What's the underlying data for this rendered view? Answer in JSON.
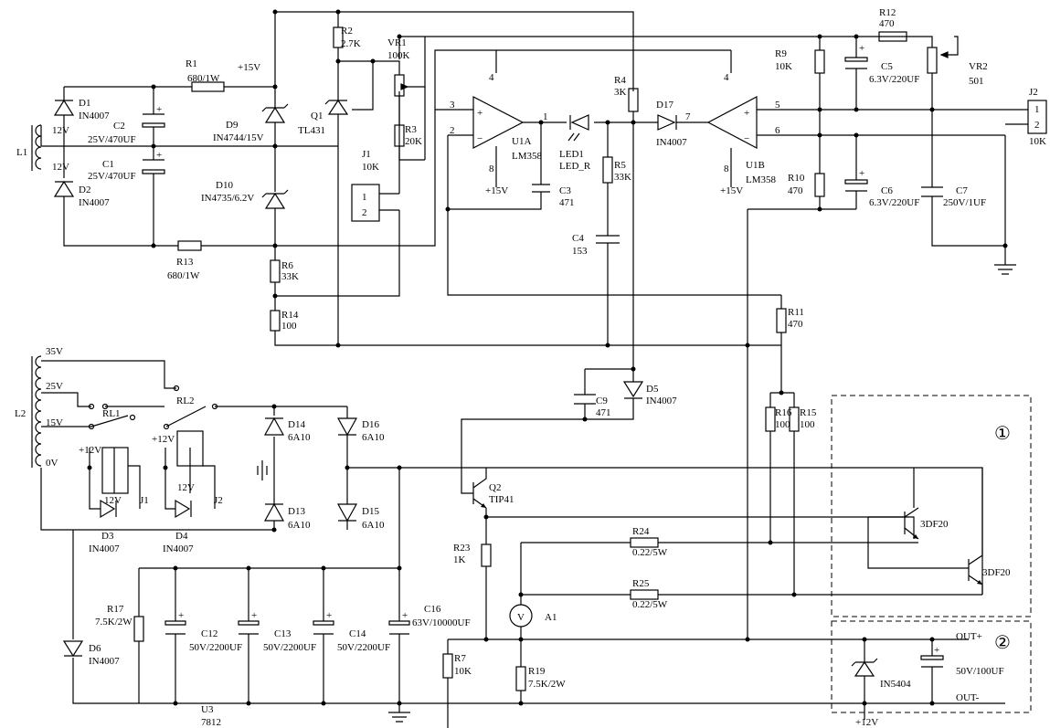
{
  "components": {
    "r1": [
      "R1",
      "680/1W"
    ],
    "r2": [
      "R2",
      "2.7K"
    ],
    "r3": [
      "R3",
      "20K"
    ],
    "r4": [
      "R4",
      "3K"
    ],
    "r5": [
      "R5",
      "33K"
    ],
    "r6": [
      "R6",
      "33K"
    ],
    "r7": [
      "R7",
      "10K"
    ],
    "r9": [
      "R9",
      "10K"
    ],
    "r10": [
      "R10",
      "470"
    ],
    "r11": [
      "R11",
      "470"
    ],
    "r12": [
      "R12",
      "470"
    ],
    "r13": [
      "R13",
      "680/1W"
    ],
    "r14": [
      "R14",
      "100"
    ],
    "r15": [
      "R15",
      "100"
    ],
    "r16": [
      "R16",
      "100"
    ],
    "r17": [
      "R17",
      "7.5K/2W"
    ],
    "r19": [
      "R19",
      "7.5K/2W"
    ],
    "r23": [
      "R23",
      "1K"
    ],
    "r24": [
      "R24",
      "0.22/5W"
    ],
    "r25": [
      "R25",
      "0.22/5W"
    ],
    "vr1": [
      "VR1",
      "100K"
    ],
    "vr2": [
      "VR2",
      "501"
    ],
    "c1": [
      "C1",
      "25V/470UF"
    ],
    "c2": [
      "C2",
      "25V/470UF"
    ],
    "c3": [
      "C3",
      "471"
    ],
    "c4": [
      "C4",
      "153"
    ],
    "c5": [
      "C5",
      "6.3V/220UF"
    ],
    "c6": [
      "C6",
      "6.3V/220UF"
    ],
    "c7": [
      "C7",
      "250V/1UF"
    ],
    "c9": [
      "C9",
      "471"
    ],
    "c12": [
      "C12",
      "50V/2200UF"
    ],
    "c13": [
      "C13",
      "50V/2200UF"
    ],
    "c14": [
      "C14",
      "50V/2200UF"
    ],
    "c16": [
      "C16",
      "63V/10000UF"
    ],
    "d1": [
      "D1",
      "IN4007"
    ],
    "d2": [
      "D2",
      "IN4007"
    ],
    "d3": [
      "D3",
      "IN4007"
    ],
    "d4": [
      "D4",
      "IN4007"
    ],
    "d5": [
      "D5",
      "IN4007"
    ],
    "d6": [
      "D6",
      "IN4007"
    ],
    "d9": [
      "D9",
      "IN4744/15V"
    ],
    "d10": [
      "D10",
      "IN4735/6.2V"
    ],
    "d13": [
      "D13",
      "6A10"
    ],
    "d14": [
      "D14",
      "6A10"
    ],
    "d15": [
      "D15",
      "6A10"
    ],
    "d16": [
      "D16",
      "6A10"
    ],
    "d17": [
      "D17",
      "IN4007"
    ],
    "led1": [
      "LED1",
      "LED_R"
    ],
    "q1": [
      "Q1",
      "TL431"
    ],
    "q2": [
      "Q2",
      "TIP41"
    ],
    "u1a": [
      "U1A",
      "LM358"
    ],
    "u1b": [
      "U1B",
      "LM358"
    ],
    "u3": [
      "U3",
      "7812"
    ],
    "j1": [
      "J1",
      "10K"
    ],
    "j2": [
      "J2",
      "10K"
    ],
    "in5404": "IN5404",
    "c_out": "50V/100UF",
    "power_tr": "3DF20"
  },
  "labels": {
    "l1": "L1",
    "l2": "L2",
    "v12a": "12V",
    "v12b": "12V",
    "v35": "35V",
    "v25": "25V",
    "v15": "15V",
    "v0": "0V",
    "rl1": "RL1",
    "rl2": "RL2",
    "p12v_a": "+12V",
    "p12v_b": "+12V",
    "p12v_bot": "+12V",
    "coil_a": "12V",
    "coil_b": "12V",
    "ji1": "J1",
    "ji2": "J2",
    "p15v_top": "+15V",
    "p15v_u1a": "+15V",
    "p15v_u1b": "+15V",
    "pin4a": "4",
    "pin8a": "8",
    "pin4b": "4",
    "pin8b": "8",
    "pin3": "3",
    "pin2": "2",
    "pin1": "1",
    "pin7": "7",
    "pin5": "5",
    "pin6": "6",
    "jp1": "1",
    "jp2": "2",
    "j2p1": "1",
    "j2p2": "2",
    "ammeter": "A1",
    "ammeter_sym": "V",
    "out_plus": "OUT+",
    "out_minus": "OUT-",
    "sec1": "①",
    "sec2": "②"
  }
}
